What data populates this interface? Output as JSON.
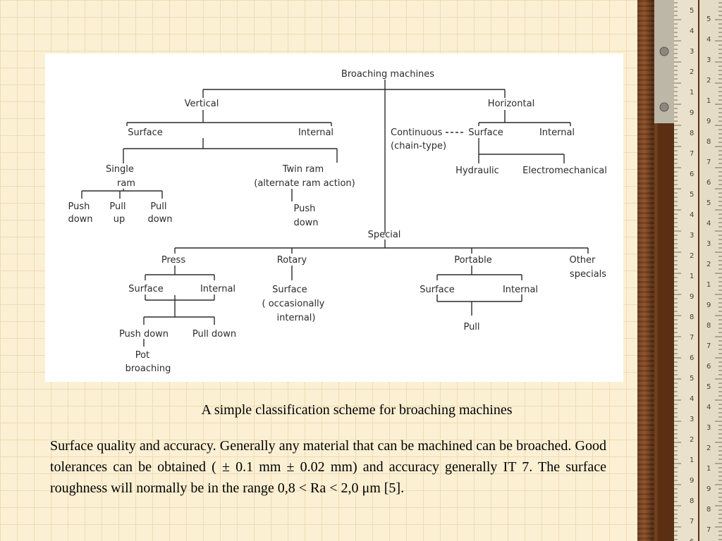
{
  "diagram": {
    "title": "Broaching machines",
    "nodes": {
      "root": "Broaching machines",
      "vertical": "Vertical",
      "horizontal": "Horizontal",
      "v_surface": "Surface",
      "v_internal": "Internal",
      "continuous": [
        "Continuous",
        "(chain-type)"
      ],
      "h_surface": "Surface",
      "h_internal": "Internal",
      "hydraulic": "Hydraulic",
      "electromechanical": "Electromechanical",
      "single_ram": [
        "Single",
        "ram"
      ],
      "twin_ram": [
        "Twin ram",
        "(alternate ram action)"
      ],
      "push_down_1": [
        "Push",
        "down"
      ],
      "pull_up": [
        "Pull",
        "up"
      ],
      "pull_down_1": [
        "Pull",
        "down"
      ],
      "push_down_2": [
        "Push",
        "down"
      ],
      "special": "Special",
      "press": "Press",
      "rotary": "Rotary",
      "portable": "Portable",
      "other_specials": [
        "Other",
        "specials"
      ],
      "press_surface": "Surface",
      "press_internal": "Internal",
      "rotary_surface": [
        "Surface",
        "( occasionally",
        "internal)"
      ],
      "portable_surface": "Surface",
      "portable_internal": "Internal",
      "push_down_3": "Push down",
      "pull_down_3": "Pull down",
      "pot_broaching": [
        "Pot",
        "broaching"
      ],
      "pull": "Pull"
    }
  },
  "caption": "A simple classification scheme for broaching machines",
  "paragraph": "Surface quality and accuracy. Generally any material that can be machined can be broached. Good tolerances can be obtained ( ± 0.1 mm ± 0.02 mm) and accuracy generally IT 7. The surface roughness will normally be in the range 0,8 < Ra < 2,0 μm [5].",
  "ruler": {
    "digits": [
      "5",
      "4",
      "3",
      "2",
      "1",
      "9",
      "8",
      "7",
      "6",
      "5",
      "4",
      "3",
      "2",
      "1",
      "9",
      "8",
      "7",
      "6",
      "5",
      "4",
      "3",
      "2",
      "1",
      "9",
      "8",
      "7",
      "6"
    ]
  }
}
